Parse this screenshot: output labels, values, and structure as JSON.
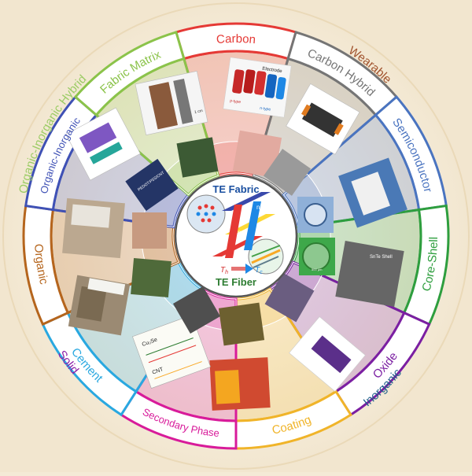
{
  "center": {
    "top_label": "TE Fabric",
    "bottom_label": "TE Fiber",
    "th_label": "T",
    "th_sub": "h",
    "tc_label": "T",
    "tc_sub": "c",
    "leg_label_n": "n",
    "leg_label_p": "p"
  },
  "outer_groups": [
    {
      "id": "organic-inorganic-hybrid",
      "label": "Organic-Inorganic Hybrid",
      "color": "#9ccc65"
    },
    {
      "id": "wearable",
      "label": "Wearable",
      "color": "#a0522d"
    },
    {
      "id": "solid",
      "label": "Solid",
      "color": "#8e24aa"
    },
    {
      "id": "inorganic",
      "label": "Inorganic",
      "color": "#1f5f8b"
    }
  ],
  "categories": [
    {
      "id": "carbon",
      "label": "Carbon",
      "color": "#e53935"
    },
    {
      "id": "carbon-hybrid",
      "label": "Carbon Hybrid",
      "color": "#757575"
    },
    {
      "id": "semiconductor",
      "label": "Semiconductor",
      "color": "#4a74c0"
    },
    {
      "id": "core-shell",
      "label": "Core-Shell",
      "color": "#2e9e3e"
    },
    {
      "id": "oxide",
      "label": "Oxide",
      "color": "#7b1fa2"
    },
    {
      "id": "coating",
      "label": "Coating",
      "color": "#f0b429"
    },
    {
      "id": "secondary-phase",
      "label": "Secondary Phase",
      "color": "#d81b9a"
    },
    {
      "id": "cement",
      "label": "Cement",
      "color": "#29a8e0"
    },
    {
      "id": "organic",
      "label": "Organic",
      "color": "#b5651d"
    },
    {
      "id": "organic-inorganic",
      "label": "Organic-Inorganic",
      "color": "#3f51b5"
    },
    {
      "id": "fabric-matrix",
      "label": "Fabric Matrix",
      "color": "#8bc34a"
    }
  ],
  "photo_labels": {
    "carbon_electrode": "Electrode",
    "carbon_ntype": "n-type",
    "carbon_ptype": "p-type",
    "fabric_matrix_scale": "1 cm",
    "organic_inorganic_tag": "PEDOT:PSS/CNT",
    "core_shell_tag": "SnTe Shell",
    "core_shell_scale": "500 µm",
    "secondary_phase_line1": "Cu₂Se",
    "secondary_phase_line2": "CNT"
  }
}
